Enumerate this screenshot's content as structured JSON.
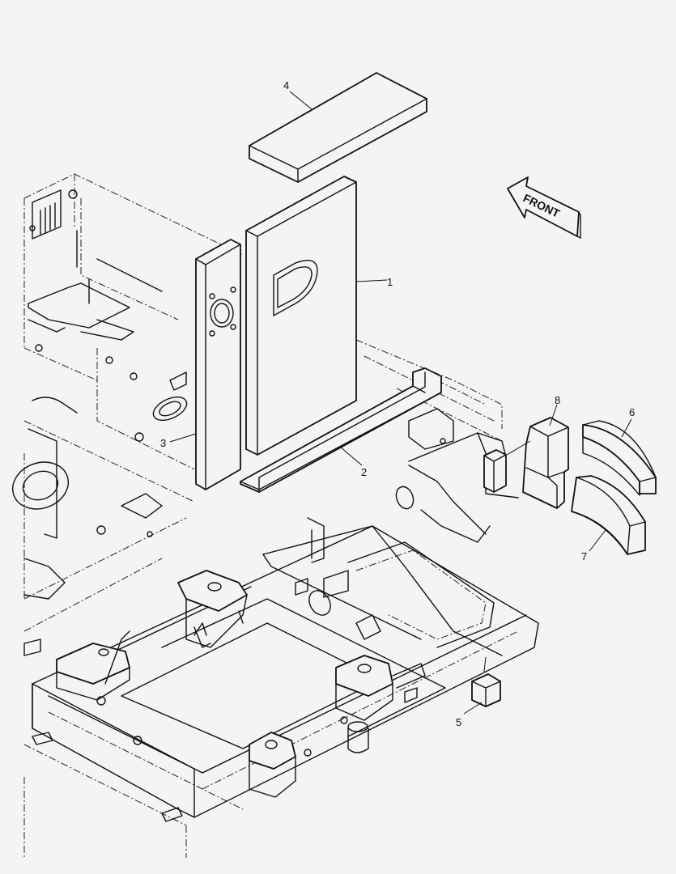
{
  "callouts": [
    {
      "number": "1"
    },
    {
      "number": "2"
    },
    {
      "number": "3"
    },
    {
      "number": "4"
    },
    {
      "number": "5"
    },
    {
      "number": "6"
    },
    {
      "number": "7"
    },
    {
      "number": "8"
    }
  ],
  "direction_arrow": {
    "label": "FRONT"
  }
}
